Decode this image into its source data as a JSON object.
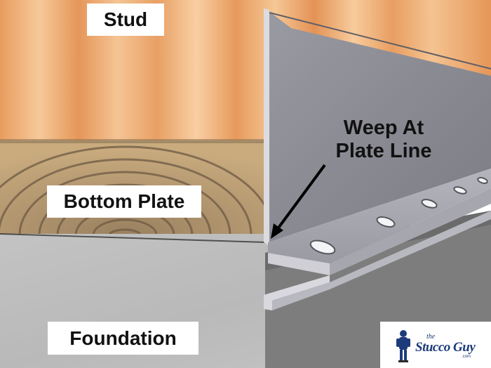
{
  "labels": {
    "stud": "Stud",
    "bottom_plate": "Bottom Plate",
    "foundation": "Foundation",
    "weep_line1": "Weep At",
    "weep_line2": "Plate Line"
  },
  "logo": {
    "small": "the",
    "main": "Stucco Guy",
    "tail": ".com"
  },
  "colors": {
    "wood": "#e8a56c",
    "wood_end_grain": "#c6a77a",
    "concrete": "#bdbdbd",
    "metal": "#8f8f97",
    "logo_blue": "#1d3b7a"
  }
}
